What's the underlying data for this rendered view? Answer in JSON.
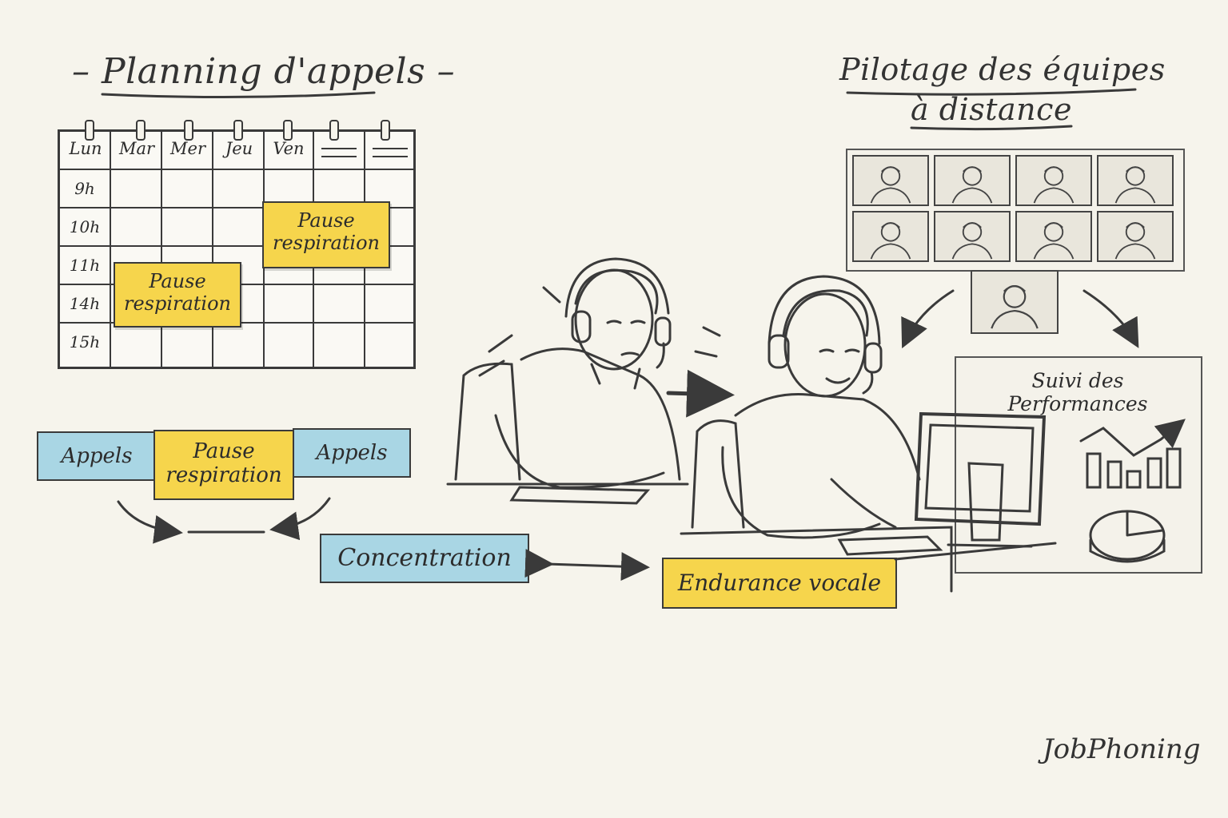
{
  "titles": {
    "planning": "Planning d'appels",
    "pilotage_line1": "Pilotage des équipes",
    "pilotage_line2": "à distance"
  },
  "calendar": {
    "days": [
      "Lun",
      "Mar",
      "Mer",
      "Jeu",
      "Ven"
    ],
    "hours": [
      "9h",
      "10h",
      "11h",
      "14h",
      "15h"
    ],
    "notes": [
      {
        "line1": "Pause",
        "line2": "respiration"
      },
      {
        "line1": "Pause",
        "line2": "respiration"
      }
    ]
  },
  "timeline": {
    "left": "Appels",
    "middle_line1": "Pause",
    "middle_line2": "respiration",
    "right": "Appels"
  },
  "concepts": {
    "concentration": "Concentration",
    "endurance": "Endurance vocale"
  },
  "dashboard": {
    "title": "Suivi des Performances"
  },
  "brand": "JobPhoning",
  "colors": {
    "yellow": "#f6d54c",
    "blue": "#a9d6e4",
    "ink": "#3a3a3a"
  }
}
